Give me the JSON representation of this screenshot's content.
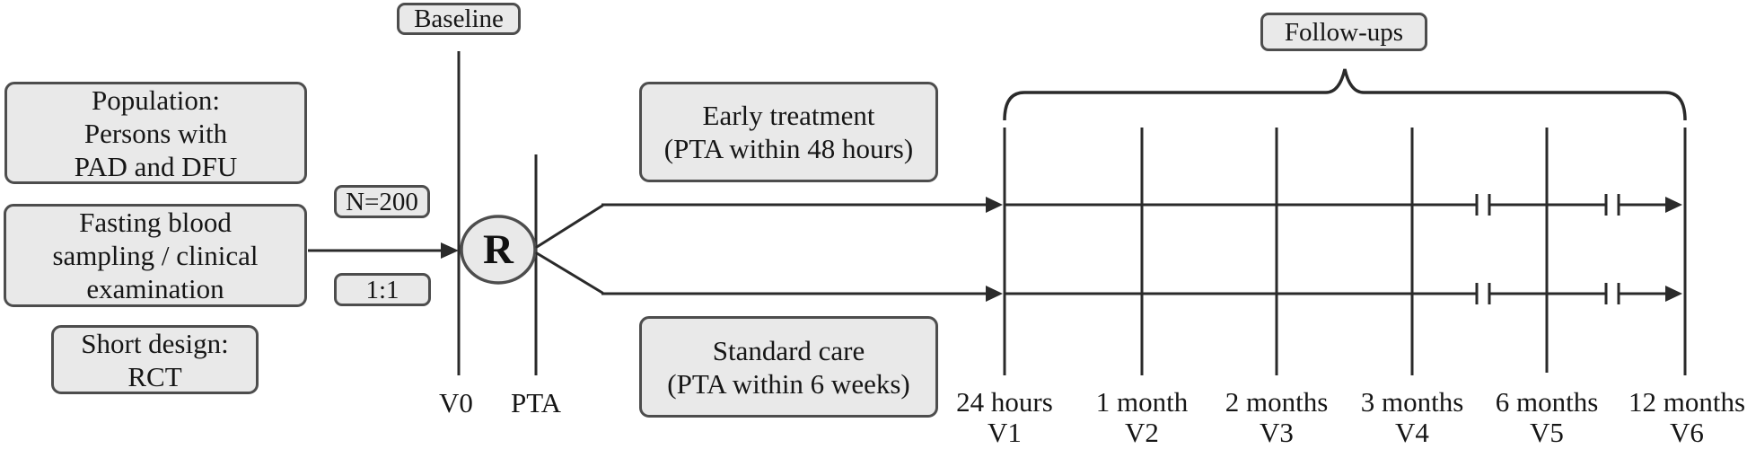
{
  "boxes": {
    "population": {
      "lines": [
        "Population:",
        "Persons with",
        "PAD and DFU"
      ]
    },
    "fasting": {
      "lines": [
        "Fasting blood",
        "sampling / clinical",
        "examination"
      ]
    },
    "short_design": {
      "lines": [
        "Short design:",
        "RCT"
      ]
    },
    "baseline": {
      "label": "Baseline"
    },
    "sample_size": {
      "label": "N=200"
    },
    "allocation_ratio": {
      "label": "1:1"
    },
    "early_treatment": {
      "lines": [
        "Early treatment",
        "(PTA within 48 hours)"
      ]
    },
    "standard_care": {
      "lines": [
        "Standard care",
        "(PTA within 6 weeks)"
      ]
    },
    "followups": {
      "label": "Follow-ups"
    }
  },
  "randomization": {
    "label": "R"
  },
  "axis_labels": {
    "v0": "V0",
    "pta": "PTA"
  },
  "timeline": {
    "points": [
      {
        "time": "24 hours",
        "visit": "V1"
      },
      {
        "time": "1 month",
        "visit": "V2"
      },
      {
        "time": "2 months",
        "visit": "V3"
      },
      {
        "time": "3 months",
        "visit": "V4"
      },
      {
        "time": "6 months",
        "visit": "V5"
      },
      {
        "time": "12 months",
        "visit": "V6"
      }
    ]
  },
  "colors": {
    "background": "#ffffff",
    "box_fill": "#e9e9e9",
    "box_border": "#4d4d4d",
    "line": "#2a2a2a",
    "text": "#161616"
  }
}
